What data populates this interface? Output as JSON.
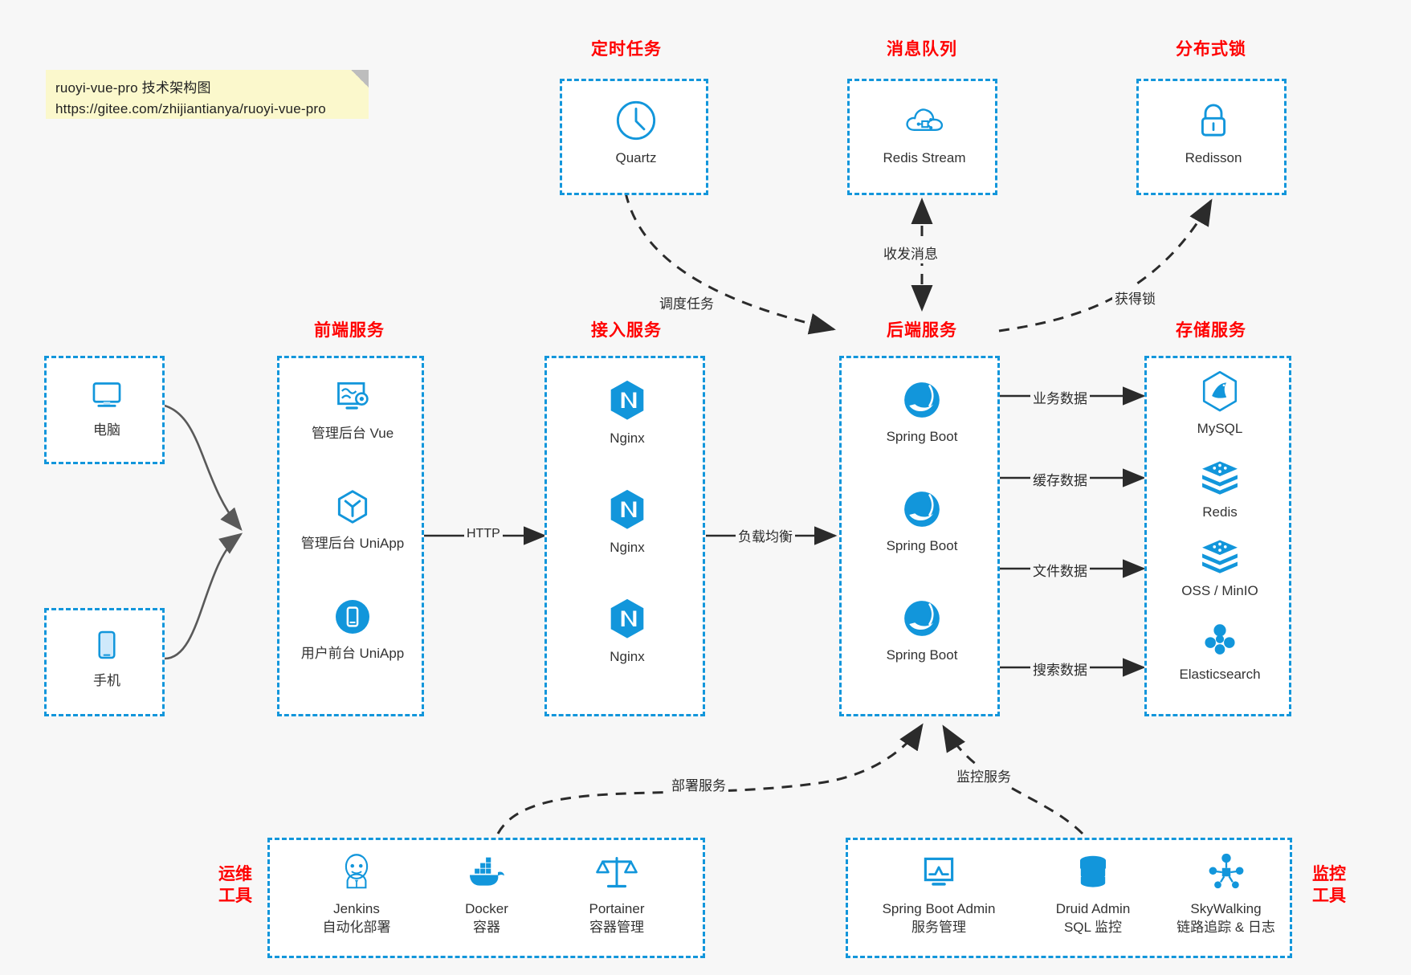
{
  "note": {
    "line1": "ruoyi-vue-pro 技术架构图",
    "line2": "https://gitee.com/zhijiantianya/ruoyi-vue-pro"
  },
  "colors": {
    "accent": "#1296db",
    "title": "#ff0000",
    "background": "#f7f7f7",
    "note_bg": "#fbf8cc",
    "edge": "#2b2b2b",
    "text": "#333333"
  },
  "groups": {
    "scheduled_task": {
      "title": "定时任务"
    },
    "message_queue": {
      "title": "消息队列"
    },
    "distributed_lock": {
      "title": "分布式锁"
    },
    "frontend": {
      "title": "前端服务"
    },
    "gateway": {
      "title": "接入服务"
    },
    "backend": {
      "title": "后端服务"
    },
    "storage": {
      "title": "存储服务"
    },
    "devops": {
      "title_line1": "运维",
      "title_line2": "工具"
    },
    "monitor": {
      "title_line1": "监控",
      "title_line2": "工具"
    }
  },
  "nodes": {
    "quartz": {
      "label": "Quartz",
      "icon": "clock-icon"
    },
    "redis_stream": {
      "label": "Redis Stream",
      "icon": "cloud-stream-icon"
    },
    "redisson": {
      "label": "Redisson",
      "icon": "lock-icon"
    },
    "computer": {
      "label": "电脑",
      "icon": "monitor-icon"
    },
    "phone": {
      "label": "手机",
      "icon": "mobile-icon"
    },
    "admin_vue": {
      "label": "管理后台 Vue",
      "icon": "dashboard-icon"
    },
    "admin_uniapp": {
      "label": "管理后台 UniApp",
      "icon": "cube-icon"
    },
    "user_uniapp": {
      "label": "用户前台 UniApp",
      "icon": "app-icon"
    },
    "nginx1": {
      "label": "Nginx",
      "icon": "nginx-icon"
    },
    "nginx2": {
      "label": "Nginx",
      "icon": "nginx-icon"
    },
    "nginx3": {
      "label": "Nginx",
      "icon": "nginx-icon"
    },
    "spring_boot1": {
      "label": "Spring Boot",
      "icon": "spring-boot-icon"
    },
    "spring_boot2": {
      "label": "Spring Boot",
      "icon": "spring-boot-icon"
    },
    "spring_boot3": {
      "label": "Spring Boot",
      "icon": "spring-boot-icon"
    },
    "mysql": {
      "label": "MySQL",
      "icon": "mysql-icon"
    },
    "redis": {
      "label": "Redis",
      "icon": "redis-icon"
    },
    "oss_minio": {
      "label": "OSS / MinIO",
      "icon": "redis-icon"
    },
    "elasticsearch": {
      "label": "Elasticsearch",
      "icon": "elasticsearch-icon"
    },
    "jenkins": {
      "label": "Jenkins",
      "sub": "自动化部署",
      "icon": "jenkins-icon"
    },
    "docker": {
      "label": "Docker",
      "sub": "容器",
      "icon": "docker-icon"
    },
    "portainer": {
      "label": "Portainer",
      "sub": "容器管理",
      "icon": "scales-icon"
    },
    "spring_boot_admin": {
      "label": "Spring Boot Admin",
      "sub": "服务管理",
      "icon": "monitor-chart-icon"
    },
    "druid_admin": {
      "label": "Druid Admin",
      "sub": "SQL 监控",
      "icon": "database-icon"
    },
    "skywalking": {
      "label": "SkyWalking",
      "sub": "链路追踪 & 日志",
      "icon": "skywalking-icon"
    }
  },
  "edges": {
    "http": "HTTP",
    "load_balance": "负载均衡",
    "schedule_task": "调度任务",
    "send_receive_message": "收发消息",
    "acquire_lock": "获得锁",
    "business_data": "业务数据",
    "cache_data": "缓存数据",
    "file_data": "文件数据",
    "search_data": "搜索数据",
    "deploy_service": "部署服务",
    "monitor_service": "监控服务"
  }
}
